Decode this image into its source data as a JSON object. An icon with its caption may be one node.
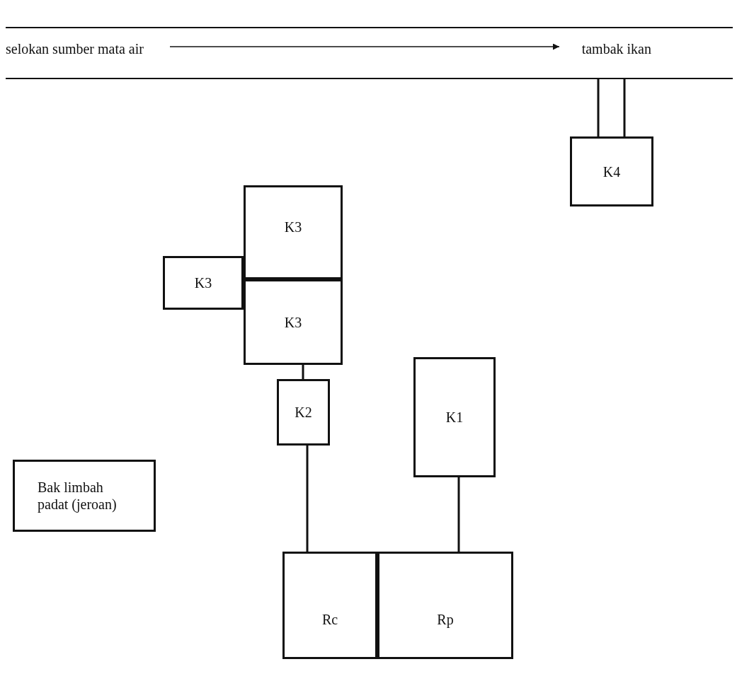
{
  "diagram": {
    "nodes": [
      {
        "text": [],
        "shape": "band"
      },
      {
        "text": [
          "selokan sumber mata air"
        ],
        "in": 0
      },
      {
        "text": [
          "tambak ikan"
        ],
        "in": 0
      },
      {
        "text": [
          "K4"
        ]
      },
      {
        "text": [
          "K3"
        ]
      },
      {
        "text": [
          "K3"
        ]
      },
      {
        "text": [
          "K3"
        ]
      },
      {
        "text": [
          "K2"
        ]
      },
      {
        "text": [
          "K1"
        ]
      },
      {
        "text": [
          "Bak limbah padat (jeroan)"
        ]
      },
      {
        "text": [
          "Rc"
        ]
      },
      {
        "text": [
          "Rp"
        ]
      }
    ],
    "edges": [
      {
        "from": 1,
        "to": 2,
        "arrow": "to"
      },
      {
        "from": 0,
        "to": 3,
        "arrow": "none"
      },
      {
        "from": 0,
        "to": 3,
        "arrow": "none"
      },
      {
        "from": 6,
        "to": 7,
        "arrow": "none"
      },
      {
        "from": 7,
        "to": 10,
        "arrow": "none"
      },
      {
        "from": 8,
        "to": 11,
        "arrow": "none"
      }
    ]
  }
}
